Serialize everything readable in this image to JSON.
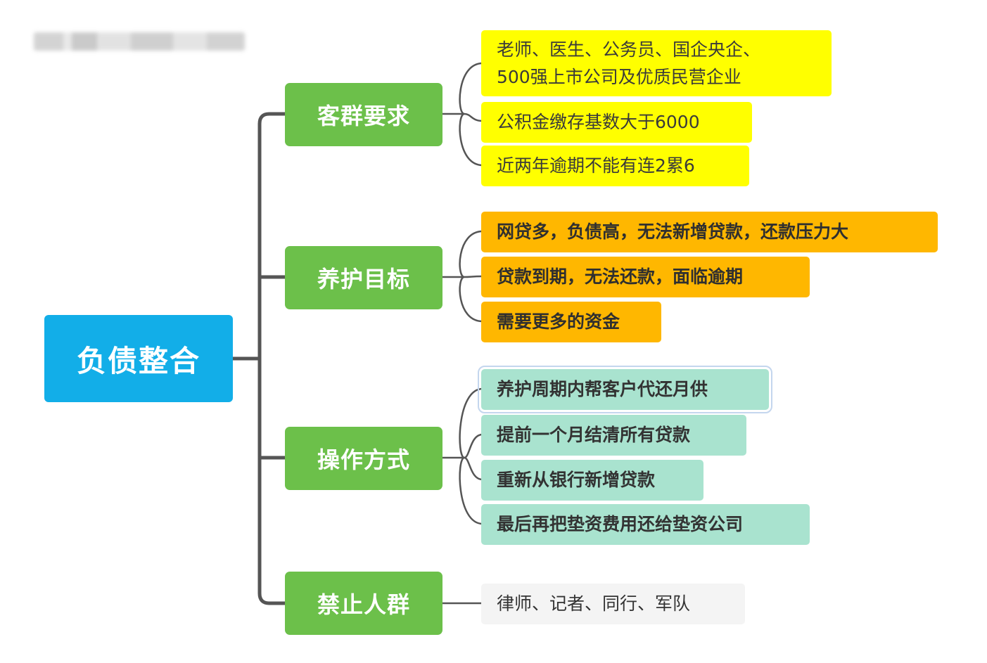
{
  "root": {
    "label": "负债整合"
  },
  "branches": [
    {
      "label": "客群要求",
      "items": [
        "老师、医生、公务员、国企央企、",
        "500强上市公司及优质民营企业",
        "公积金缴存基数大于6000",
        "近两年逾期不能有连2累6"
      ]
    },
    {
      "label": "养护目标",
      "items": [
        "网贷多，负债高，无法新增贷款，还款压力大",
        "贷款到期，无法还款，面临逾期",
        "需要更多的资金"
      ]
    },
    {
      "label": "操作方式",
      "items": [
        "养护周期内帮客户代还月供",
        "提前一个月结清所有贷款",
        "重新从银行新增贷款",
        "最后再把垫资费用还给垫资公司"
      ]
    },
    {
      "label": "禁止人群",
      "items": [
        "律师、记者、同行、军队"
      ]
    }
  ],
  "colors": {
    "root": "#12aee8",
    "branch": "#6cc04a",
    "leaf_group_1": "#ffff00",
    "leaf_group_2": "#ffb700",
    "leaf_group_3": "#a9e3cf",
    "leaf_group_4": "#f4f4f4",
    "connector": "#555555"
  }
}
